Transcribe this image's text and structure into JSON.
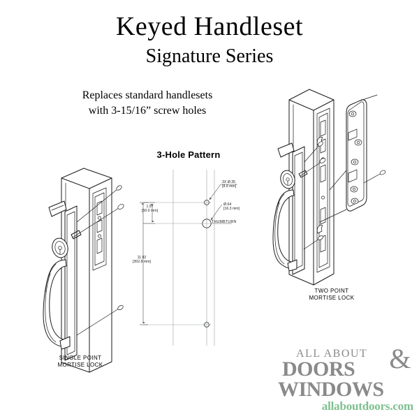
{
  "document": {
    "title_main": "Keyed Handleset",
    "title_sub": "Signature Series",
    "note_line1": "Replaces standard handlesets",
    "note_line2": "with 3-15/16” screw holes"
  },
  "pattern": {
    "heading": "3-Hole Pattern",
    "dim_spacing": "1.97",
    "dim_spacing_metric": "[50.0 mm]",
    "dim_overall": "11.92",
    "dim_overall_metric": "[302.8 mm]",
    "hole_callout": "3X  Ø.35",
    "hole_callout_metric": "[8.9 mm]",
    "thumbturn_callout": "Ø.64",
    "thumbturn_callout_metric": "[16.3 mm]",
    "thumbturn_label": "THUMBTURN"
  },
  "diagrams": {
    "single": {
      "caption_line1": "SINGLE POINT",
      "caption_line2": "MORTISE LOCK"
    },
    "two": {
      "caption_line1": "TWO POINT",
      "caption_line2": "MORTISE LOCK"
    }
  },
  "logo": {
    "line1": "ALL ABOUT",
    "ampersand": "&",
    "line2": "DOORS",
    "line3": "WINDOWS",
    "url": "allaboutdoors.com",
    "gray": "#8a8a8a",
    "green": "#7ec08e"
  }
}
